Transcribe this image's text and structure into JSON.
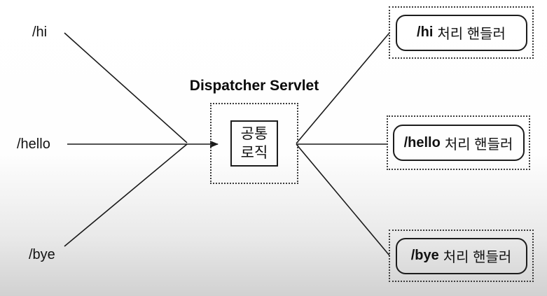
{
  "diagram": {
    "title": "Dispatcher Servlet",
    "requests": [
      {
        "label": "/hi"
      },
      {
        "label": "/hello"
      },
      {
        "label": "/bye"
      }
    ],
    "dispatcher": {
      "box_line1": "공통",
      "box_line2": "로직"
    },
    "handlers": [
      {
        "path": "/hi",
        "suffix": "처리 핸들러"
      },
      {
        "path": "/hello",
        "suffix": "처리 핸들러"
      },
      {
        "path": "/bye",
        "suffix": "처리 핸들러"
      }
    ],
    "colors": {
      "line": "#1a1a1a",
      "border": "#1c1c1c",
      "dotted_border": "#3c3c3c",
      "background_top": "#ffffff",
      "background_bottom": "#d1d1d1"
    }
  }
}
